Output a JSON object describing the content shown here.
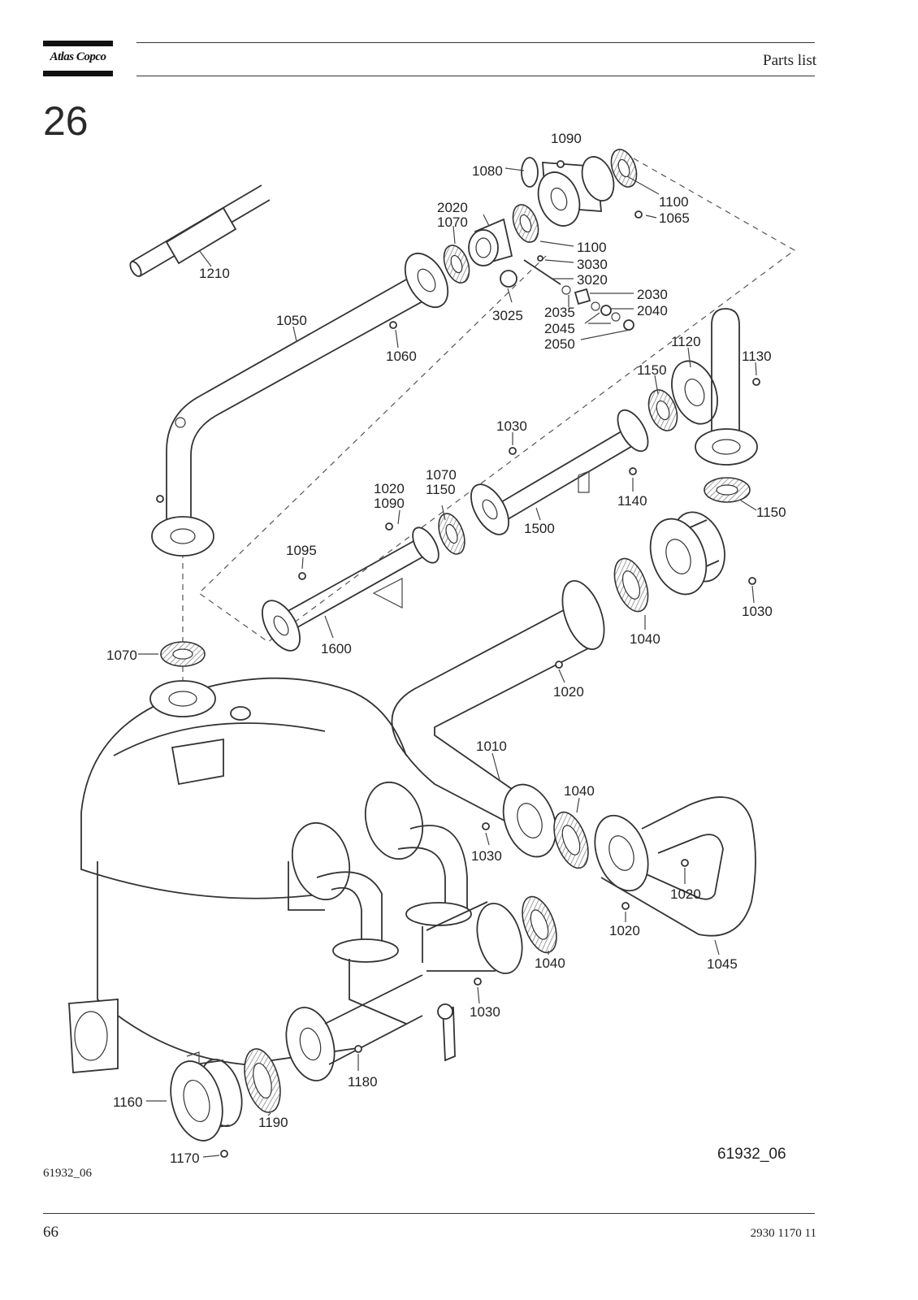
{
  "header": {
    "logo_text": "Atlas Copco",
    "section_title": "Parts list"
  },
  "section_number": "26",
  "drawing": {
    "part_labels": [
      "1090",
      "1080",
      "1100",
      "1065",
      "2020",
      "1070",
      "1100",
      "3030",
      "3020",
      "2030",
      "2040",
      "3025",
      "2035",
      "2045",
      "2050",
      "1210",
      "1050",
      "1060",
      "1120",
      "1130",
      "1150",
      "1030",
      "1070",
      "1150",
      "1020",
      "1090",
      "1140",
      "1150",
      "1500",
      "1095",
      "1030",
      "1040",
      "1600",
      "1070",
      "1020",
      "1010",
      "1040",
      "1030",
      "1020",
      "1020",
      "1040",
      "1045",
      "1030",
      "1180",
      "1160",
      "1190",
      "1170"
    ],
    "drawing_id": "61932_06"
  },
  "footer": {
    "figure_ref": "61932_06",
    "page_number": "66",
    "doc_number": "2930 1170 11"
  }
}
